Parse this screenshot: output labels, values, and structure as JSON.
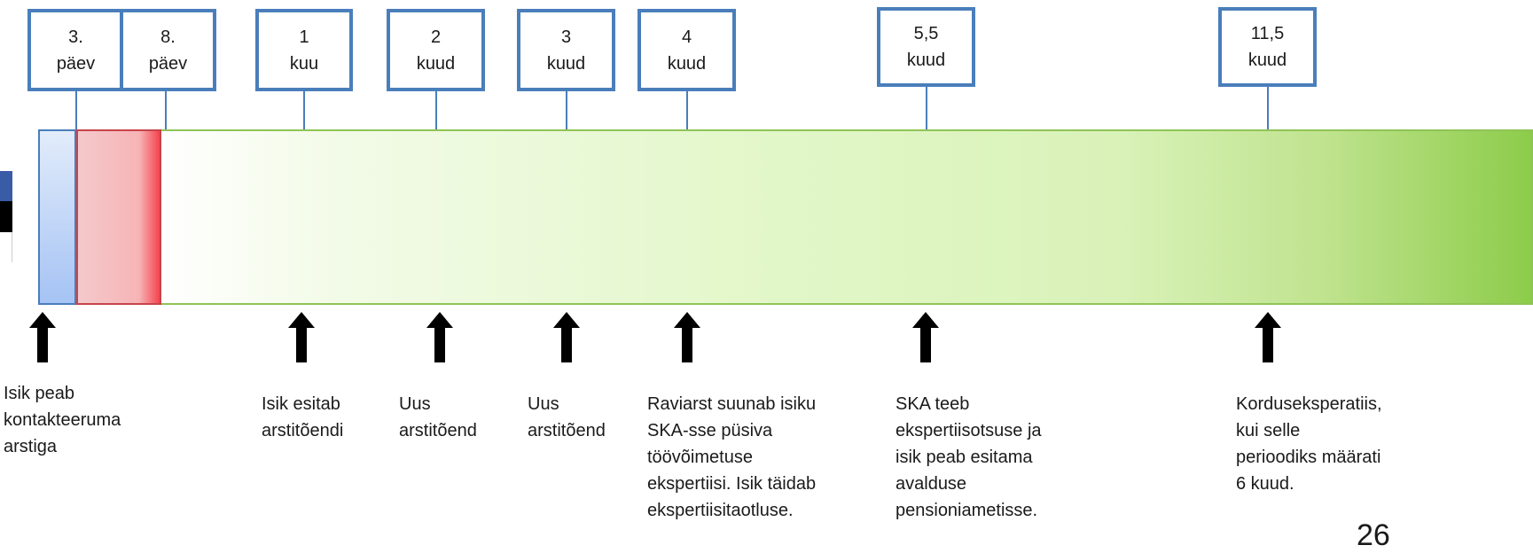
{
  "milestones": [
    {
      "line1": "3.",
      "line2": "päev"
    },
    {
      "line1": "8.",
      "line2": "päev"
    },
    {
      "line1": "1",
      "line2": "kuu"
    },
    {
      "line1": "2",
      "line2": "kuud"
    },
    {
      "line1": "3",
      "line2": "kuud"
    },
    {
      "line1": "4",
      "line2": "kuud"
    },
    {
      "line1": "5,5",
      "line2": "kuud"
    },
    {
      "line1": "11,5",
      "line2": "kuud"
    }
  ],
  "descriptions": [
    "Isik peab\nkontakteeruma\narstiga",
    "Isik esitab\narstitõendi",
    "Uus\narstitõend",
    "Uus\narstitõend",
    "Raviarst suunab isiku\nSKA-sse püsiva\ntöövõimetuse\nekspertiisi. Isik täidab\nekspertiisitaotluse.",
    "SKA teeb\nekspertiisotsuse ja\nisik peab esitama\navalduse\npensioniametisse.",
    "Korduseksperatiis,\nkui selle\nperioodiks määrati\n6 kuud."
  ],
  "page_number": "26",
  "colors": {
    "box_border": "#4a7ebb",
    "bar_green": "#8dcc4a",
    "bar_red": "#f4444f",
    "bar_blue": "#a5c3f4",
    "arrow": "#000000"
  }
}
